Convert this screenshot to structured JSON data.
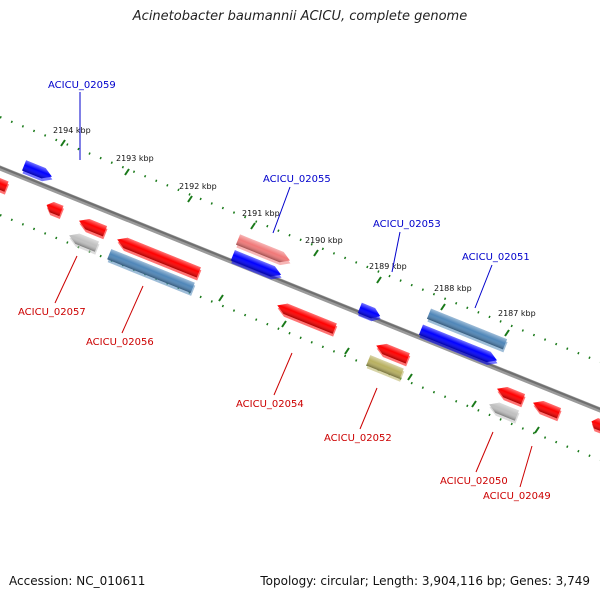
{
  "title": "Acinetobacter baumannii ACICU, complete genome",
  "footer": {
    "accession": "Accession: NC_010611",
    "summary": "Topology: circular; Length: 3,904,116 bp; Genes: 3,749"
  },
  "colors": {
    "backbone": "#808080",
    "ruler": "#1a7a1a",
    "upper_label": "#0000cc",
    "lower_label": "#cc0000",
    "red": "#ff0000",
    "blue": "#0000ff",
    "steel": "#4f86b8",
    "pink": "#f07878",
    "gray": "#c0c0c0",
    "olive": "#b8b060"
  },
  "ruler_ticks": [
    {
      "kbp": 2194,
      "label": "2194 kbp"
    },
    {
      "kbp": 2193,
      "label": "2193 kbp"
    },
    {
      "kbp": 2192,
      "label": "2192 kbp"
    },
    {
      "kbp": 2191,
      "label": "2191 kbp"
    },
    {
      "kbp": 2190,
      "label": "2190 kbp"
    },
    {
      "kbp": 2189,
      "label": "2189 kbp"
    },
    {
      "kbp": 2188,
      "label": "2188 kbp"
    },
    {
      "kbp": 2187,
      "label": "2187 kbp"
    }
  ],
  "gene_labels": [
    {
      "id": "g2059",
      "text": "ACICU_02059",
      "side": "upper"
    },
    {
      "id": "g2055",
      "text": "ACICU_02055",
      "side": "upper"
    },
    {
      "id": "g2053",
      "text": "ACICU_02053",
      "side": "upper"
    },
    {
      "id": "g2051",
      "text": "ACICU_02051",
      "side": "upper"
    },
    {
      "id": "g2057",
      "text": "ACICU_02057",
      "side": "lower"
    },
    {
      "id": "g2056",
      "text": "ACICU_02056",
      "side": "lower"
    },
    {
      "id": "g2054",
      "text": "ACICU_02054",
      "side": "lower"
    },
    {
      "id": "g2052",
      "text": "ACICU_02052",
      "side": "lower"
    },
    {
      "id": "g2050",
      "text": "ACICU_02050",
      "side": "lower"
    },
    {
      "id": "g2049",
      "text": "ACICU_02049",
      "side": "lower"
    }
  ]
}
